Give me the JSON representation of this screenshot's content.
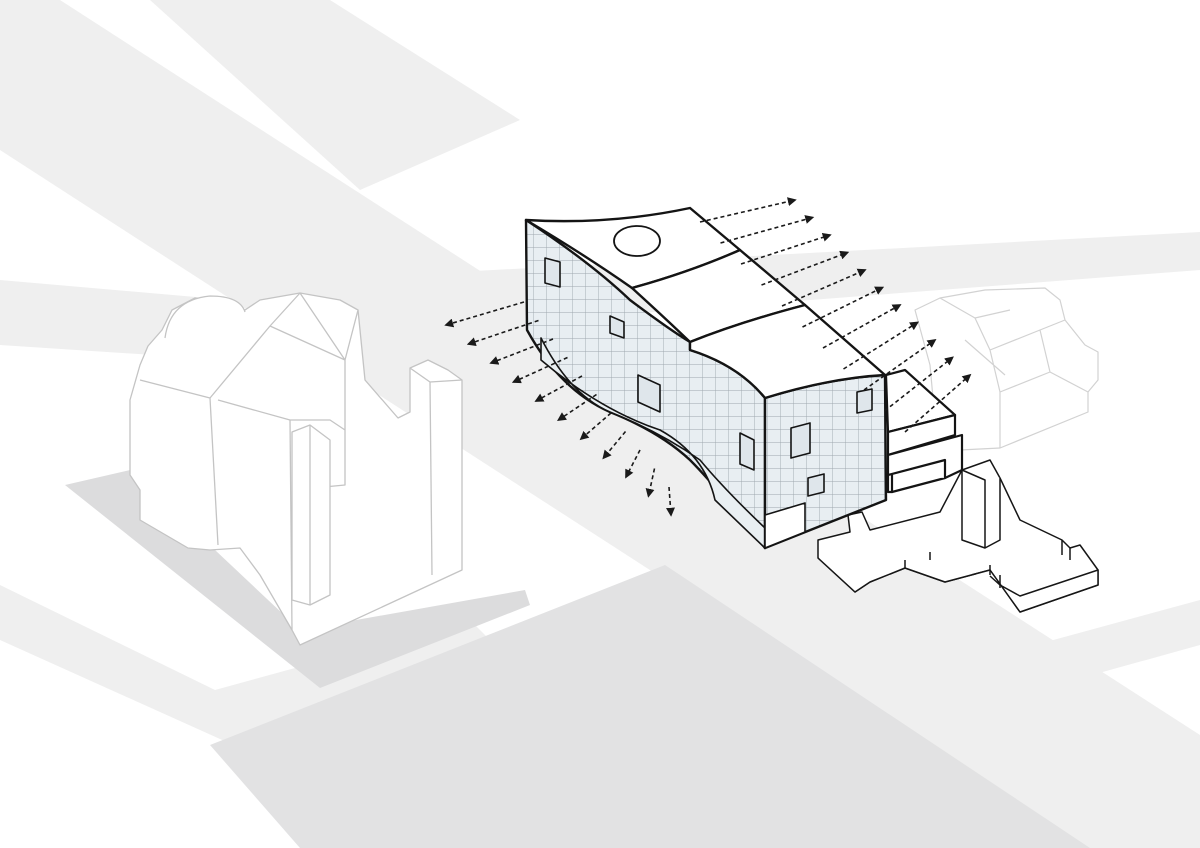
{
  "colors": {
    "background": "#ffffff",
    "street": "#efefef",
    "open_ground": "#e2e2e3",
    "shadow": "#dcdcdd",
    "context_line": "#c4c4c4",
    "building_line": "#141414",
    "facade_grid": "#9ea7ae",
    "facade_fill": "#e8eef2",
    "arrow": "#1a1a1a"
  },
  "diagram": {
    "airflow_arrows": {
      "to_northeast": 11,
      "to_southwest": 11
    },
    "facade_windows": 7,
    "roof_skylights": 1
  }
}
